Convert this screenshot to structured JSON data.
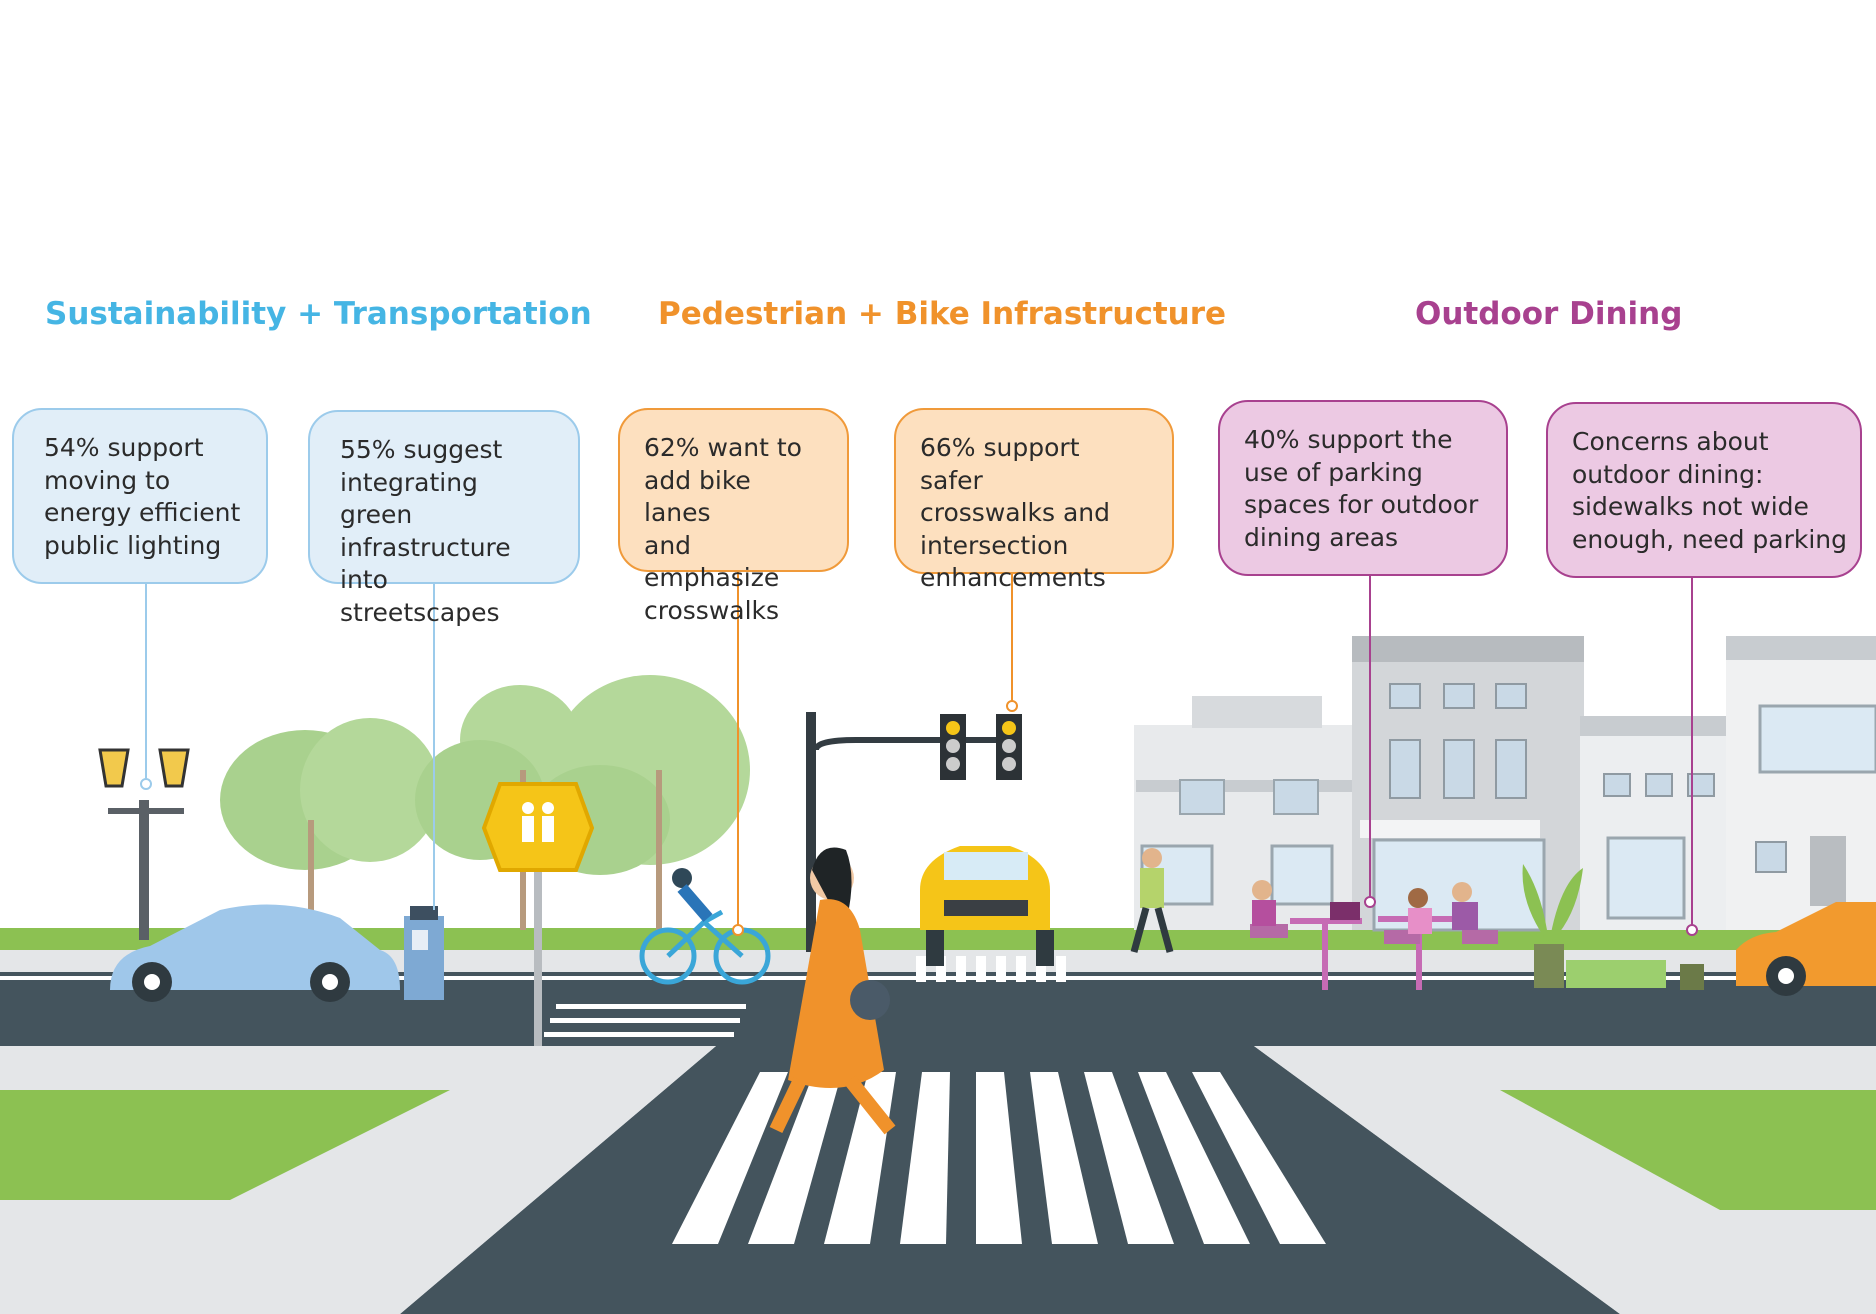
{
  "colors": {
    "blue": "#45b5e4",
    "orange": "#f0922b",
    "purple": "#a8418f",
    "blue_box_fill": "#e1eef8",
    "blue_box_border": "#9ccbeb",
    "orange_box_fill": "#fde0bf",
    "orange_box_border": "#f09a3a",
    "purple_box_fill": "#ecc9e3",
    "purple_box_border": "#a8418f",
    "road": "#44545d",
    "grass": "#8cc152",
    "sidewalk": "#e4e6e8"
  },
  "headings": {
    "sustainability": "Sustainability + Transportation",
    "pedestrian": "Pedestrian + Bike Infrastructure",
    "dining": "Outdoor Dining"
  },
  "callouts": {
    "lighting": "54% support\nmoving to\nenergy efficient\npublic lighting",
    "green": "55% suggest\nintegrating green\ninfrastructure into\nstreetscapes",
    "bike": "62% want to\nadd bike lanes\nand emphasize\ncrosswalks",
    "crosswalks": "66% support safer\ncrosswalks and\nintersection\nenhancements",
    "parking": "40% support the\nuse of parking\nspaces for outdoor\ndining areas",
    "concerns": "Concerns about\noutdoor dining:\nsidewalks not wide\nenough, need parking"
  },
  "illustration_elements": [
    "street-lamp",
    "electric-car",
    "ev-charger",
    "school-crossing-sign",
    "cyclist",
    "traffic-signal",
    "taxi",
    "pedestrian-woman",
    "storefronts",
    "outdoor-dining-tables",
    "planters",
    "orange-car",
    "trees"
  ]
}
